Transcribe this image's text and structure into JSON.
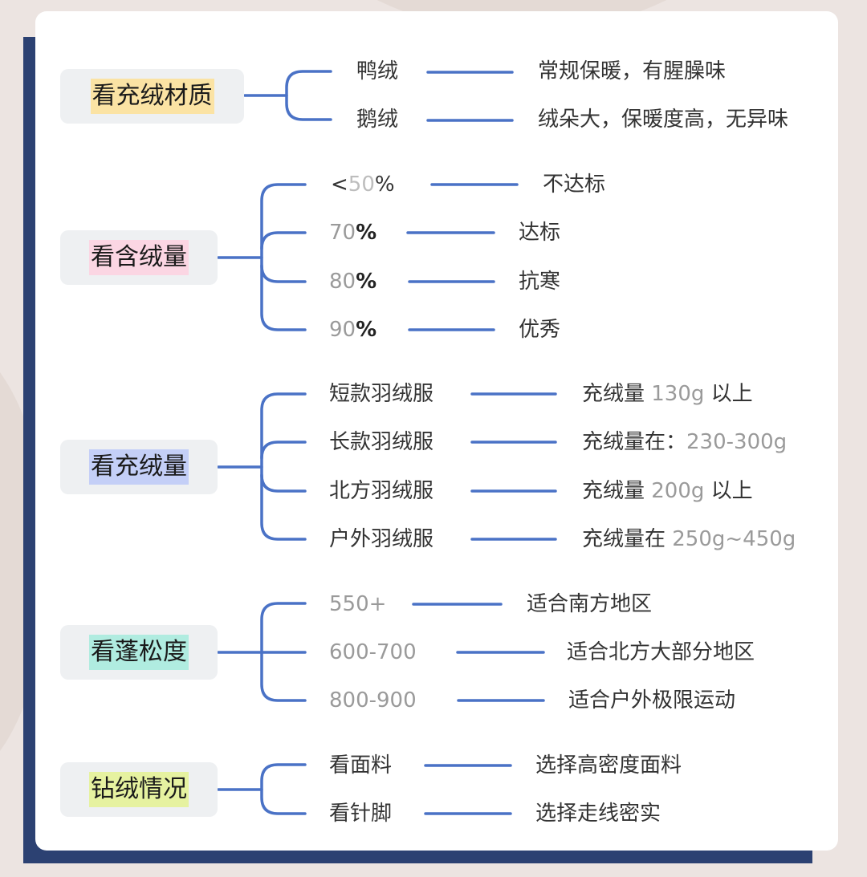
{
  "colors": {
    "line": "#4a72c6",
    "frame": "#2c4172",
    "background": "#ece4e1",
    "node_bg": "#eef0f2",
    "highlights": [
      "#fbe3a4",
      "#fbd6e3",
      "#c4cff7",
      "#b0ece0",
      "#e6f2a0"
    ]
  },
  "sections": [
    {
      "title": "看充绒材质",
      "items": [
        {
          "label": "鸭绒",
          "desc": "常规保暖，有腥臊味"
        },
        {
          "label": "鹅绒",
          "desc": "绒朵大，保暖度高，无异味"
        }
      ]
    },
    {
      "title": "看含绒量",
      "items": [
        {
          "label_prefix": "<",
          "label_num": "50",
          "label_suffix": "%",
          "desc": "不达标"
        },
        {
          "label_num": "70",
          "label_suffix": "%",
          "desc": "达标"
        },
        {
          "label_num": "80",
          "label_suffix": "%",
          "desc": "抗寒"
        },
        {
          "label_num": "90",
          "label_suffix": "%",
          "desc": "优秀"
        }
      ]
    },
    {
      "title": "看充绒量",
      "items": [
        {
          "label": "短款羽绒服",
          "desc_text": "充绒量 ",
          "desc_num": "130g",
          "desc_tail": " 以上"
        },
        {
          "label": "长款羽绒服",
          "desc_text": "充绒量在：",
          "desc_num": "230-300g",
          "desc_tail": ""
        },
        {
          "label": "北方羽绒服",
          "desc_text": "充绒量 ",
          "desc_num": "200g",
          "desc_tail": " 以上"
        },
        {
          "label": "户外羽绒服",
          "desc_text": "充绒量在 ",
          "desc_num": "250g~450g",
          "desc_tail": ""
        }
      ]
    },
    {
      "title": "看蓬松度",
      "items": [
        {
          "label": "550+",
          "desc": "适合南方地区"
        },
        {
          "label": "600-700",
          "desc": "适合北方大部分地区"
        },
        {
          "label": "800-900",
          "desc": "适合户外极限运动"
        }
      ]
    },
    {
      "title": "钻绒情况",
      "items": [
        {
          "label": "看面料",
          "desc": "选择高密度面料"
        },
        {
          "label": "看针脚",
          "desc": "选择走线密实"
        }
      ]
    }
  ]
}
